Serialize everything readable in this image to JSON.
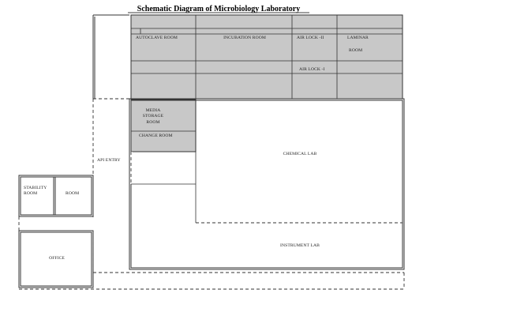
{
  "title": "Schematic Diagram of Microbiology Laboratory",
  "rooms": {
    "autoclave": "AUTOCLAVE  ROOM",
    "incubation": "INCUBATION ROOM",
    "airlock2": "AIR LOCK  -II",
    "laminar_line1": "LAMINAR",
    "laminar_line2": "ROOM",
    "airlock1": "AIR LOCK  -I",
    "media_line1": "MEDIA",
    "media_line2": "STORAGE",
    "media_line3": "ROOM",
    "change": "CHANGE ROOM",
    "chemical": "CHEMICAL LAB",
    "api_entry": "API ENTRY",
    "stability_line1": "STABILITY",
    "stability_line2": "ROOM",
    "room": "ROOM",
    "instrument": "INSTRUMENT LAB",
    "office": "OFFICE"
  },
  "colors": {
    "fill_shaded": "#c8c8c8",
    "stroke": "#333333"
  }
}
